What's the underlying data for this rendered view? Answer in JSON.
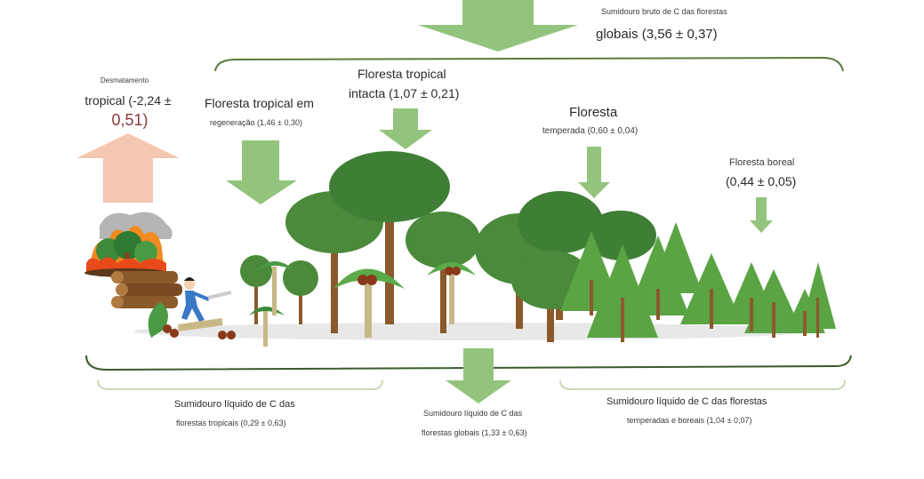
{
  "diagram": {
    "title_line1": "Sumidouro bruto de C das florestas",
    "title_line2": "globais (3,56 ± 0,37)",
    "deforestation": {
      "line1": "Desmatamento",
      "line2": "tropical (-2,24 ±",
      "line3": "0,51)"
    },
    "regrowth": {
      "line1": "Floresta tropical em",
      "line2": "regeneração (1,46 ± 0,30)"
    },
    "intact": {
      "line1": "Floresta tropical",
      "line2": "intacta (1,07 ± 0,21)"
    },
    "temperate": {
      "line1": "Floresta",
      "line2": "temperada (0,60 ± 0,04)"
    },
    "boreal": {
      "line1": "Floresta boreal",
      "line2": "(0,44 ± 0,05)"
    },
    "net_tropical": {
      "line1": "Sumidouro líquido de C das",
      "line2": "florestas tropicais (0,29 ± 0,63)"
    },
    "net_global": {
      "line1": "Sumidouro líquido de C das",
      "line2": "florestas globais (1,33 ± 0,63)"
    },
    "net_temperate_boreal": {
      "line1": "Sumidouro líquido de C das florestas",
      "line2": "temperadas e boreais (1,04 ± 0,07)"
    },
    "colors": {
      "sink_arrow": "#93c47d",
      "source_arrow": "#f4c7b0",
      "bracket": "#5a7a3a",
      "emphasis_red": "#8b3a3a"
    }
  }
}
